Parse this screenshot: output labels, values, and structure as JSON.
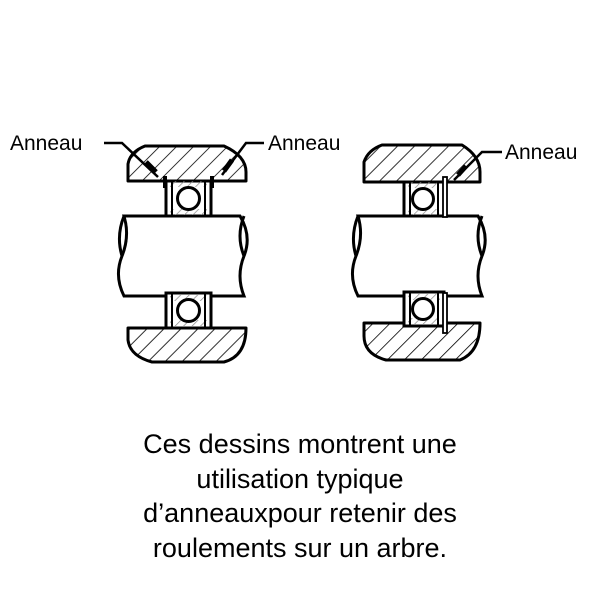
{
  "figure": {
    "type": "technical-drawing",
    "subject": "bearing retained on shaft by rings",
    "drawings": [
      {
        "id": "left",
        "labels": [
          "Anneau",
          "Anneau"
        ],
        "ring_count": 2
      },
      {
        "id": "right",
        "labels": [
          "Anneau"
        ],
        "ring_count": 1
      }
    ]
  },
  "labels": {
    "left_drawing_left": "Anneau",
    "left_drawing_right": "Anneau",
    "right_drawing_right": "Anneau"
  },
  "caption": {
    "lines": [
      "Ces dessins montrent une",
      "utilisation typique",
      "d’anneauxpour retenir des",
      "roulements sur un arbre."
    ]
  },
  "colors": {
    "line": "#000000",
    "background": "#ffffff",
    "race_hatch": "#888888"
  }
}
